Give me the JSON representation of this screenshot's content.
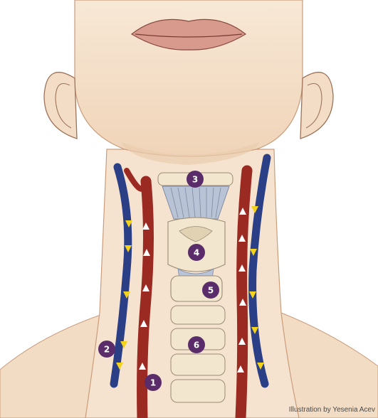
{
  "colors": {
    "skin": "#f5e2cc",
    "skin_shadow": "#e8c9ab",
    "artery": "#9b2a22",
    "vein": "#2a3f86",
    "cartilage": "#f2e6cf",
    "label_fill": "#5a2d6a",
    "flow_arrow_white": "#ffffff",
    "flow_arrow_yellow": "#f2d21a"
  },
  "labels": [
    {
      "id": "1",
      "text": "1"
    },
    {
      "id": "2",
      "text": "2"
    },
    {
      "id": "3",
      "text": "3"
    },
    {
      "id": "4",
      "text": "4"
    },
    {
      "id": "5",
      "text": "5"
    },
    {
      "id": "6",
      "text": "6"
    }
  ],
  "credit": "Illustration by Yesenia Acev"
}
